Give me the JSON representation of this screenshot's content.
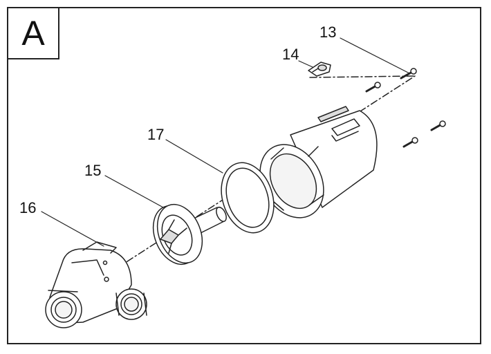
{
  "panel_letter": "A",
  "callouts": {
    "c13": "13",
    "c14": "14",
    "c15": "15",
    "c16": "16",
    "c17": "17"
  },
  "colors": {
    "line": "#222222",
    "fill": "#ffffff",
    "shade": "#dddddd"
  }
}
